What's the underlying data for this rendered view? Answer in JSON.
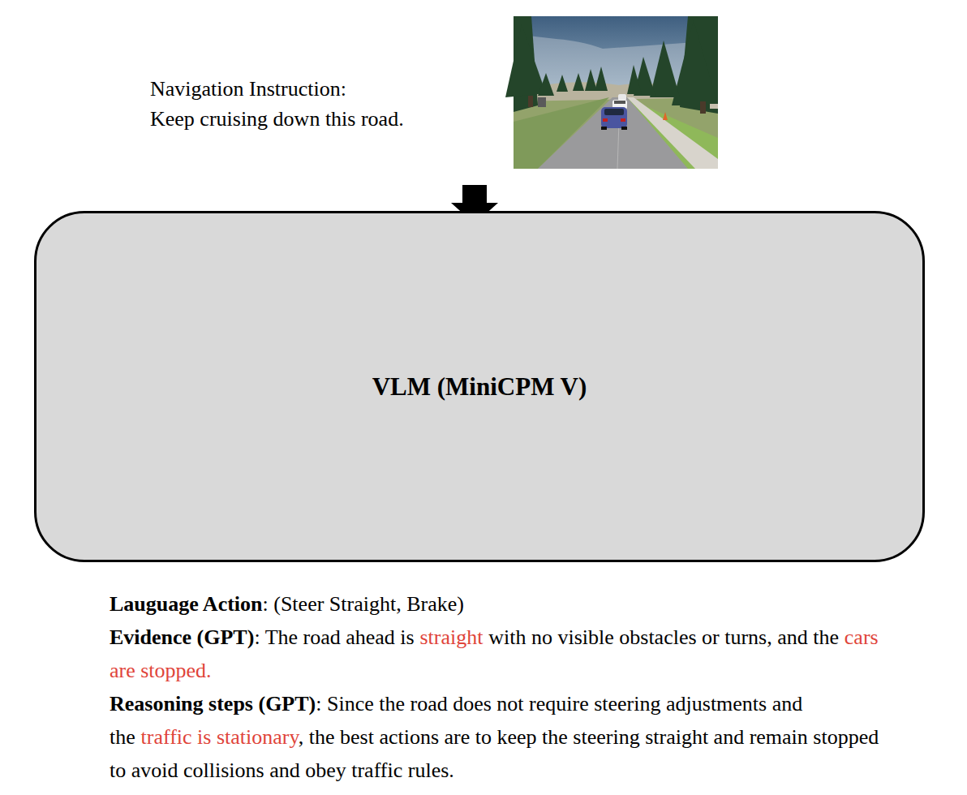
{
  "diagram": {
    "nodes": [
      {
        "text": [
          "VLM (MiniCPM V)"
        ]
      }
    ],
    "labels": [
      "Navigation Instruction:",
      "Keep cruising down this road.",
      "Lauguage Action",
      ": (Steer Straight, Brake)",
      "Evidence (GPT)",
      ": The road ahead is",
      "straight",
      "with no visible obstacles or turns, and the",
      "cars are stopped.",
      "Reasoning steps (GPT)",
      ": Since the road does not require steering adjustments and the",
      "traffic is stationary",
      ", the best actions are to keep the steering straight and remain stopped to avoid collisions and obey traffic rules."
    ]
  }
}
